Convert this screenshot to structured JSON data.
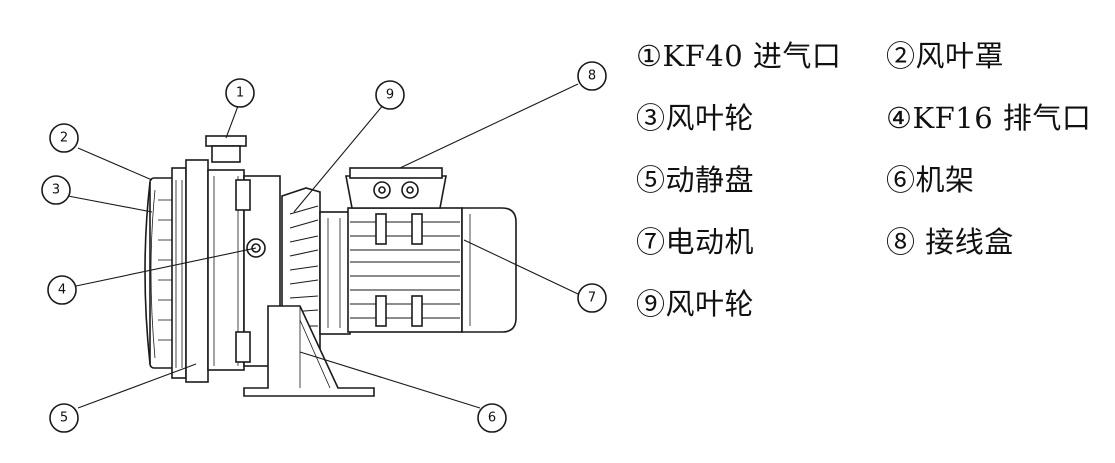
{
  "callouts": [
    "1",
    "2",
    "3",
    "4",
    "5",
    "6",
    "7",
    "8",
    "9"
  ],
  "legend": [
    "①KF40 进气口",
    "②风叶罩",
    "③风叶轮",
    "④KF16 排气口",
    "⑤动静盘",
    "⑥机架",
    "⑦电动机",
    "⑧ 接线盒",
    "⑨风叶轮"
  ]
}
